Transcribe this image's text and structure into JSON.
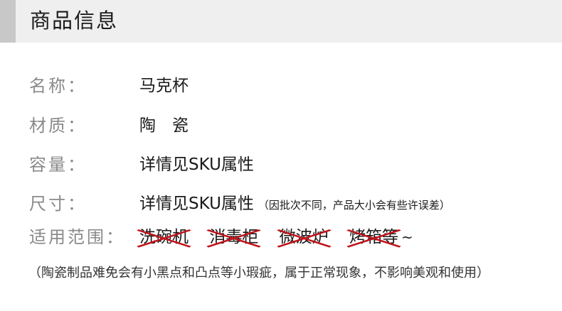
{
  "header": {
    "title": "商品信息"
  },
  "specs": [
    {
      "label": "名称：",
      "value": "马克杯"
    },
    {
      "label": "材质：",
      "value": "陶　瓷"
    },
    {
      "label": "容量：",
      "value": "详情见SKU属性"
    },
    {
      "label": "尺寸：",
      "value": "详情见SKU属性",
      "note": "（因批次不同，产品大小会有些许误差）"
    }
  ],
  "usage": {
    "label": "适用范围：",
    "items": [
      "洗碗机",
      "消毒柜",
      "微波炉",
      "烤箱等"
    ],
    "tail": "~",
    "cross_color": "#c0141c"
  },
  "disclaimer": "（陶瓷制品难免会有小黑点和凸点等小瑕疵，属于正常现象，不影响美观和使用）"
}
